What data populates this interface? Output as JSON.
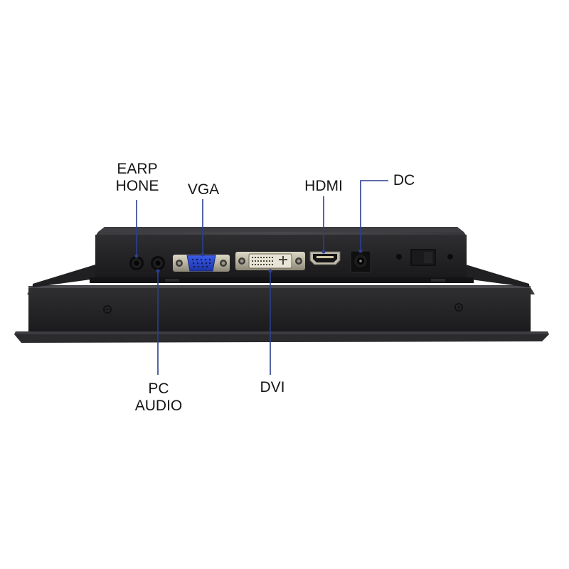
{
  "labels": {
    "earphone": [
      "EARP",
      "HONE"
    ],
    "vga": "VGA",
    "hdmi": "HDMI",
    "dc": "DC",
    "pc_audio": [
      "PC",
      "AUDIO"
    ],
    "dvi": "DVI"
  },
  "colors": {
    "monitor_body": "#1f1f21",
    "leader_line": "#2c3e8f",
    "label_text": "#151515",
    "vga_connector": "#2a48c8",
    "background": "#ffffff"
  }
}
